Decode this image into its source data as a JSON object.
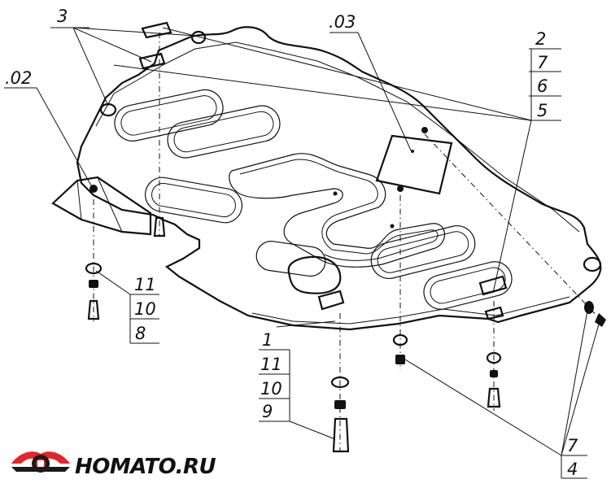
{
  "callouts": {
    "c3": "3",
    "c02": ".02",
    "c03": ".03",
    "c2": "2",
    "c7a": "7",
    "c6": "6",
    "c5": "5",
    "c11a": "11",
    "c10a": "10",
    "c8": "8",
    "c1": "1",
    "c11b": "11",
    "c10b": "10",
    "c9": "9",
    "c7b": "7",
    "c4": "4"
  },
  "brand": {
    "name": "HOMATO.RU",
    "colors": {
      "red": "#e3262b",
      "dark": "#1a1a1a"
    }
  }
}
